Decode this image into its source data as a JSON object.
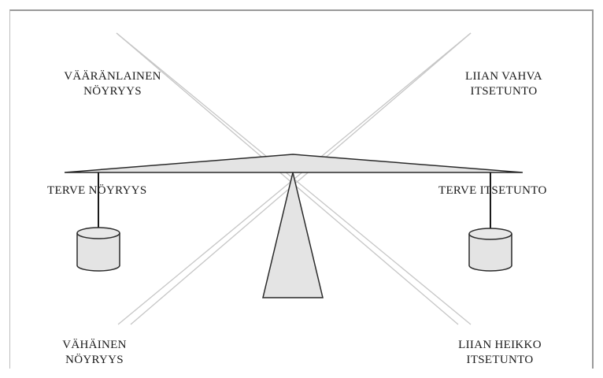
{
  "labels": {
    "top_left": [
      "VÄÄRÄNLAINEN",
      "NÖYRYYS"
    ],
    "top_right": [
      "LIIAN VAHVA",
      "ITSETUNTO"
    ],
    "left_pan": [
      "TERVE NÖYRYYS"
    ],
    "right_pan": [
      "TERVE ITSETUNTO"
    ],
    "bottom_left": [
      "VÄHÄINEN",
      "NÖYRYYS"
    ],
    "bottom_right": [
      "LIIAN HEIKKO",
      "ITSETUNTO"
    ]
  },
  "colors": {
    "fill": "#e4e4e4",
    "stroke": "#2a2a2a",
    "diagonal": "#c8c8c8"
  }
}
